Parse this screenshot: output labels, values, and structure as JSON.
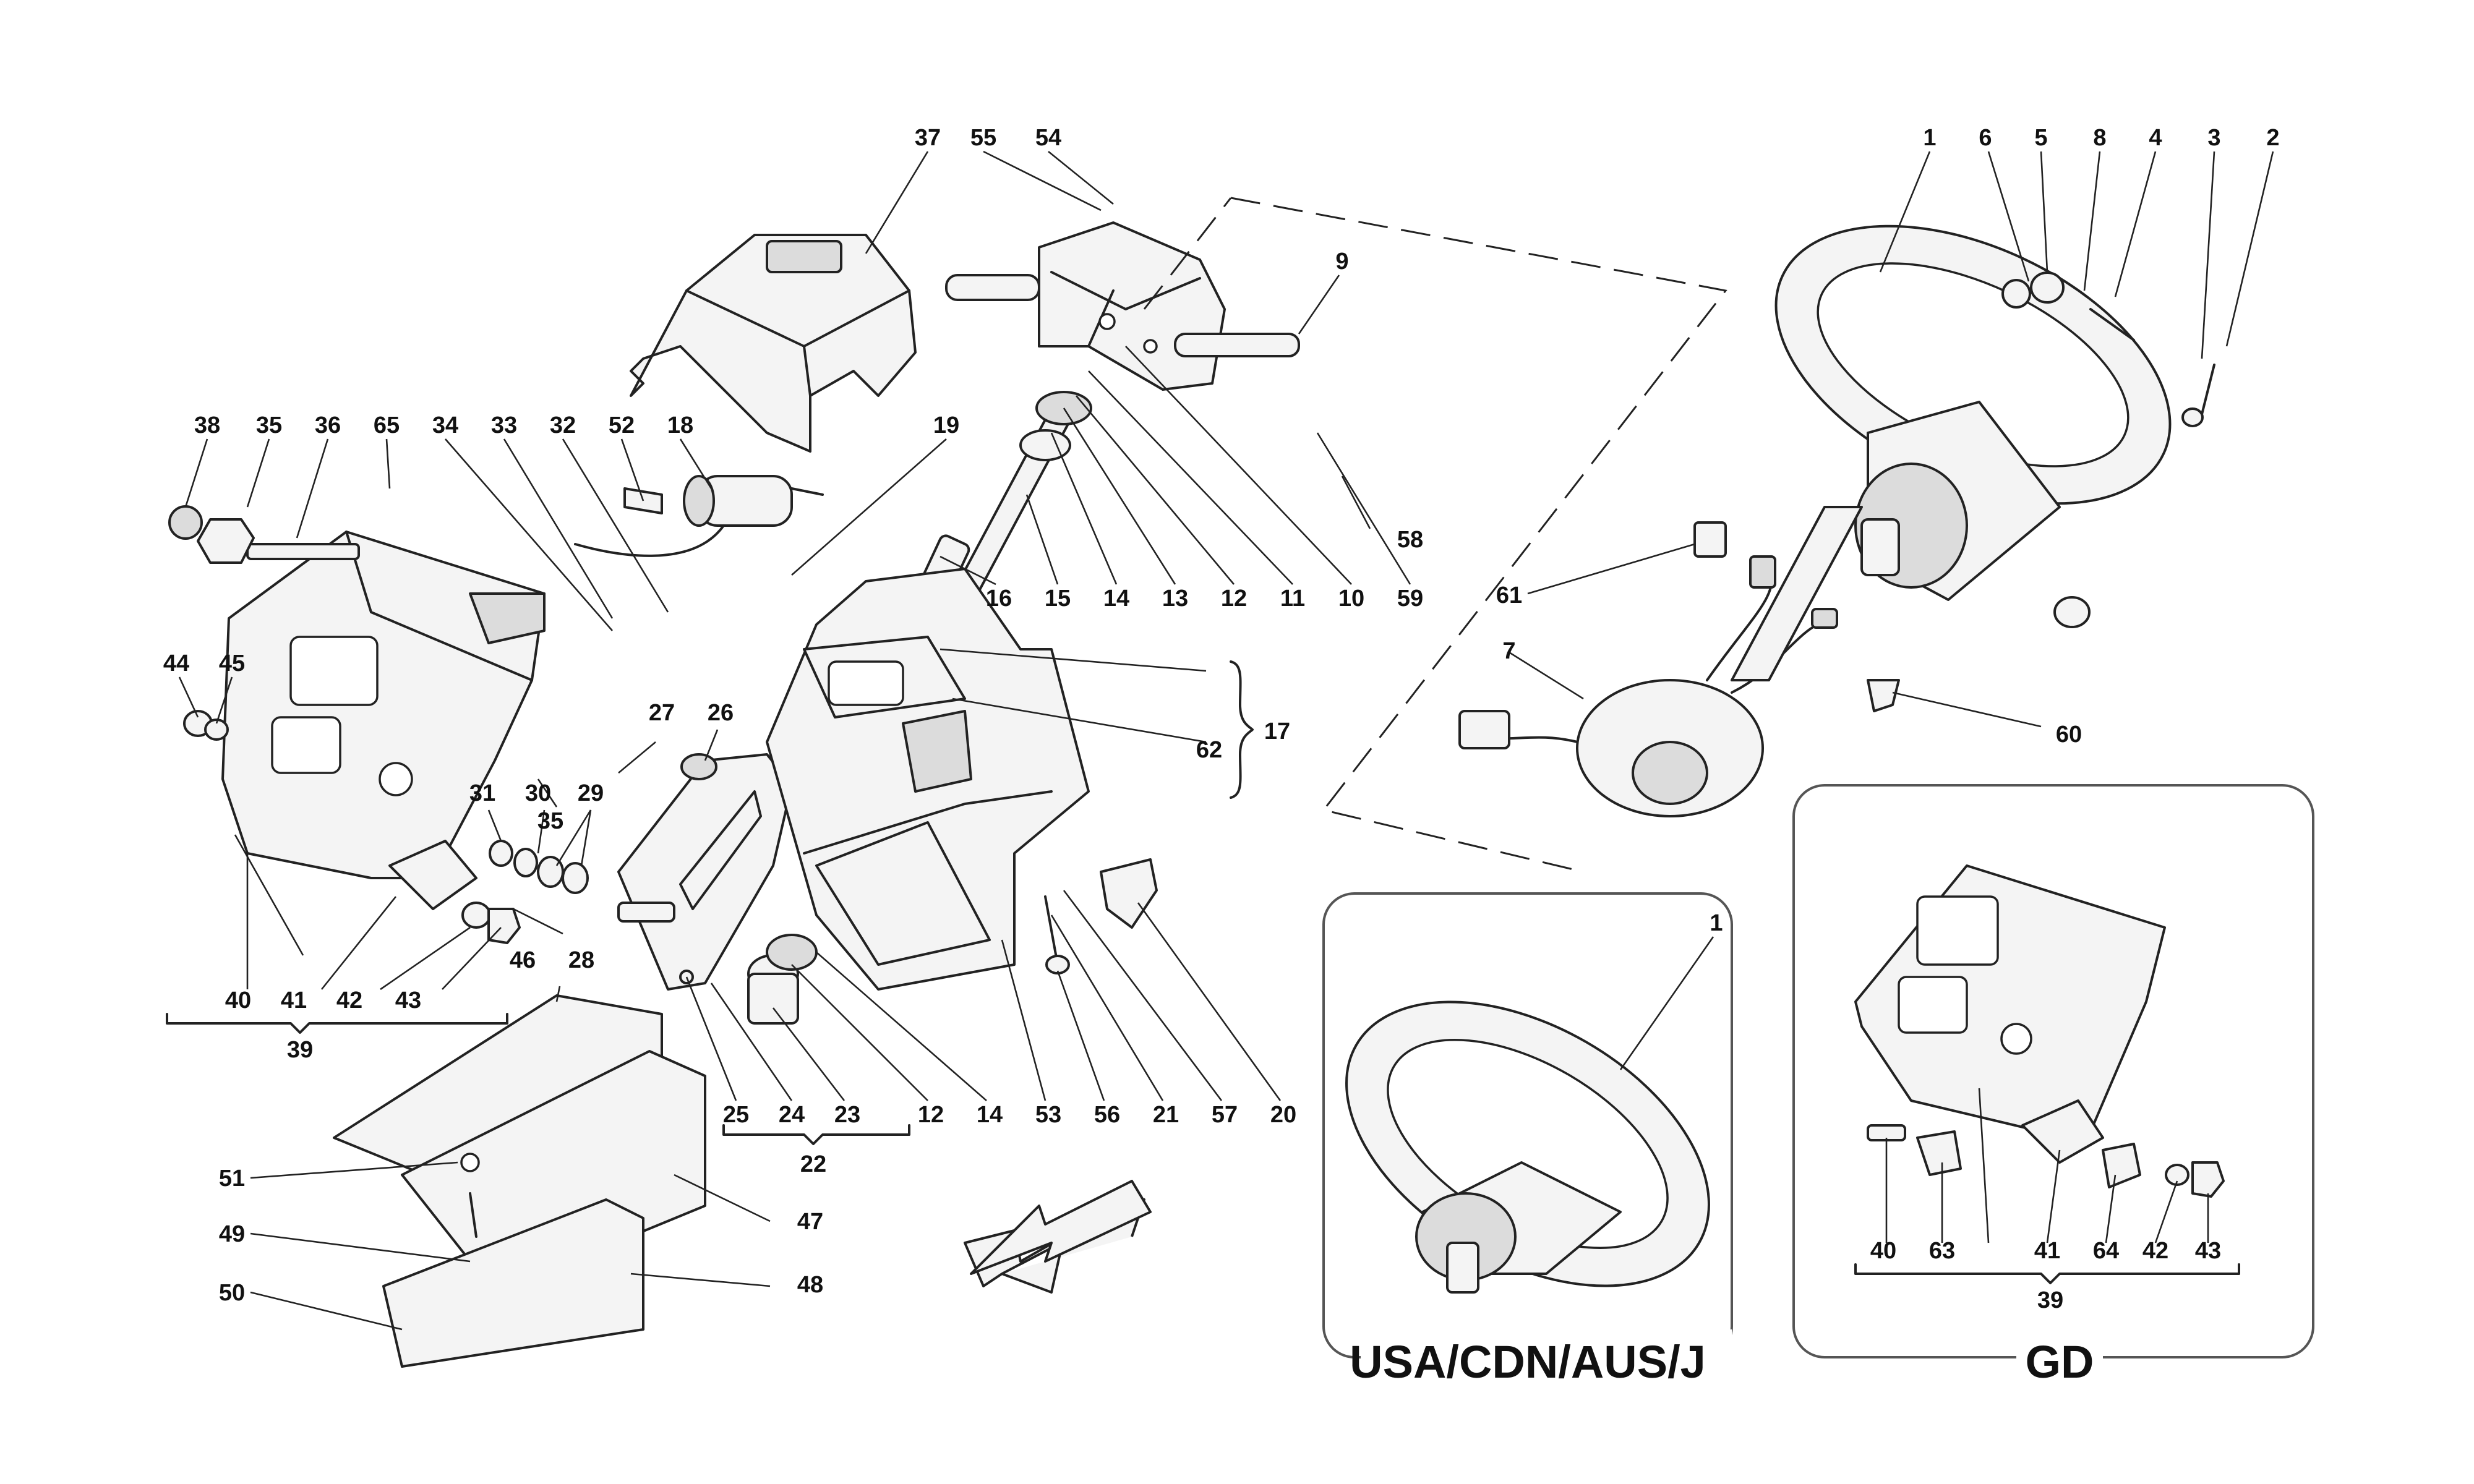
{
  "callouts": {
    "c1": "1",
    "c1b": "1",
    "c2": "2",
    "c3": "3",
    "c4": "4",
    "c5": "5",
    "c6": "6",
    "c7": "7",
    "c8": "8",
    "c9": "9",
    "c10": "10",
    "c11": "11",
    "c12": "12",
    "c12b": "12",
    "c13": "13",
    "c14": "14",
    "c14b": "14",
    "c15": "15",
    "c16": "16",
    "c17": "17",
    "c18": "18",
    "c19": "19",
    "c20": "20",
    "c21": "21",
    "c22": "22",
    "c23": "23",
    "c24": "24",
    "c25": "25",
    "c26": "26",
    "c27": "27",
    "c28": "28",
    "c29": "29",
    "c30": "30",
    "c31": "31",
    "c32": "32",
    "c33": "33",
    "c34": "34",
    "c35": "35",
    "c35b": "35",
    "c36": "36",
    "c37": "37",
    "c38": "38",
    "c39": "39",
    "c39b": "39",
    "c40": "40",
    "c40b": "40",
    "c41": "41",
    "c41b": "41",
    "c42": "42",
    "c42b": "42",
    "c43": "43",
    "c43b": "43",
    "c44": "44",
    "c45": "45",
    "c46": "46",
    "c47": "47",
    "c48": "48",
    "c49": "49",
    "c50": "50",
    "c51": "51",
    "c52": "52",
    "c53": "53",
    "c54": "54",
    "c55": "55",
    "c56": "56",
    "c57": "57",
    "c58": "58",
    "c59": "59",
    "c60": "60",
    "c61": "61",
    "c62": "62",
    "c63": "63",
    "c64": "64",
    "c65": "65"
  },
  "regions": {
    "usa": "USA/CDN/AUS/J",
    "gd": "GD"
  }
}
